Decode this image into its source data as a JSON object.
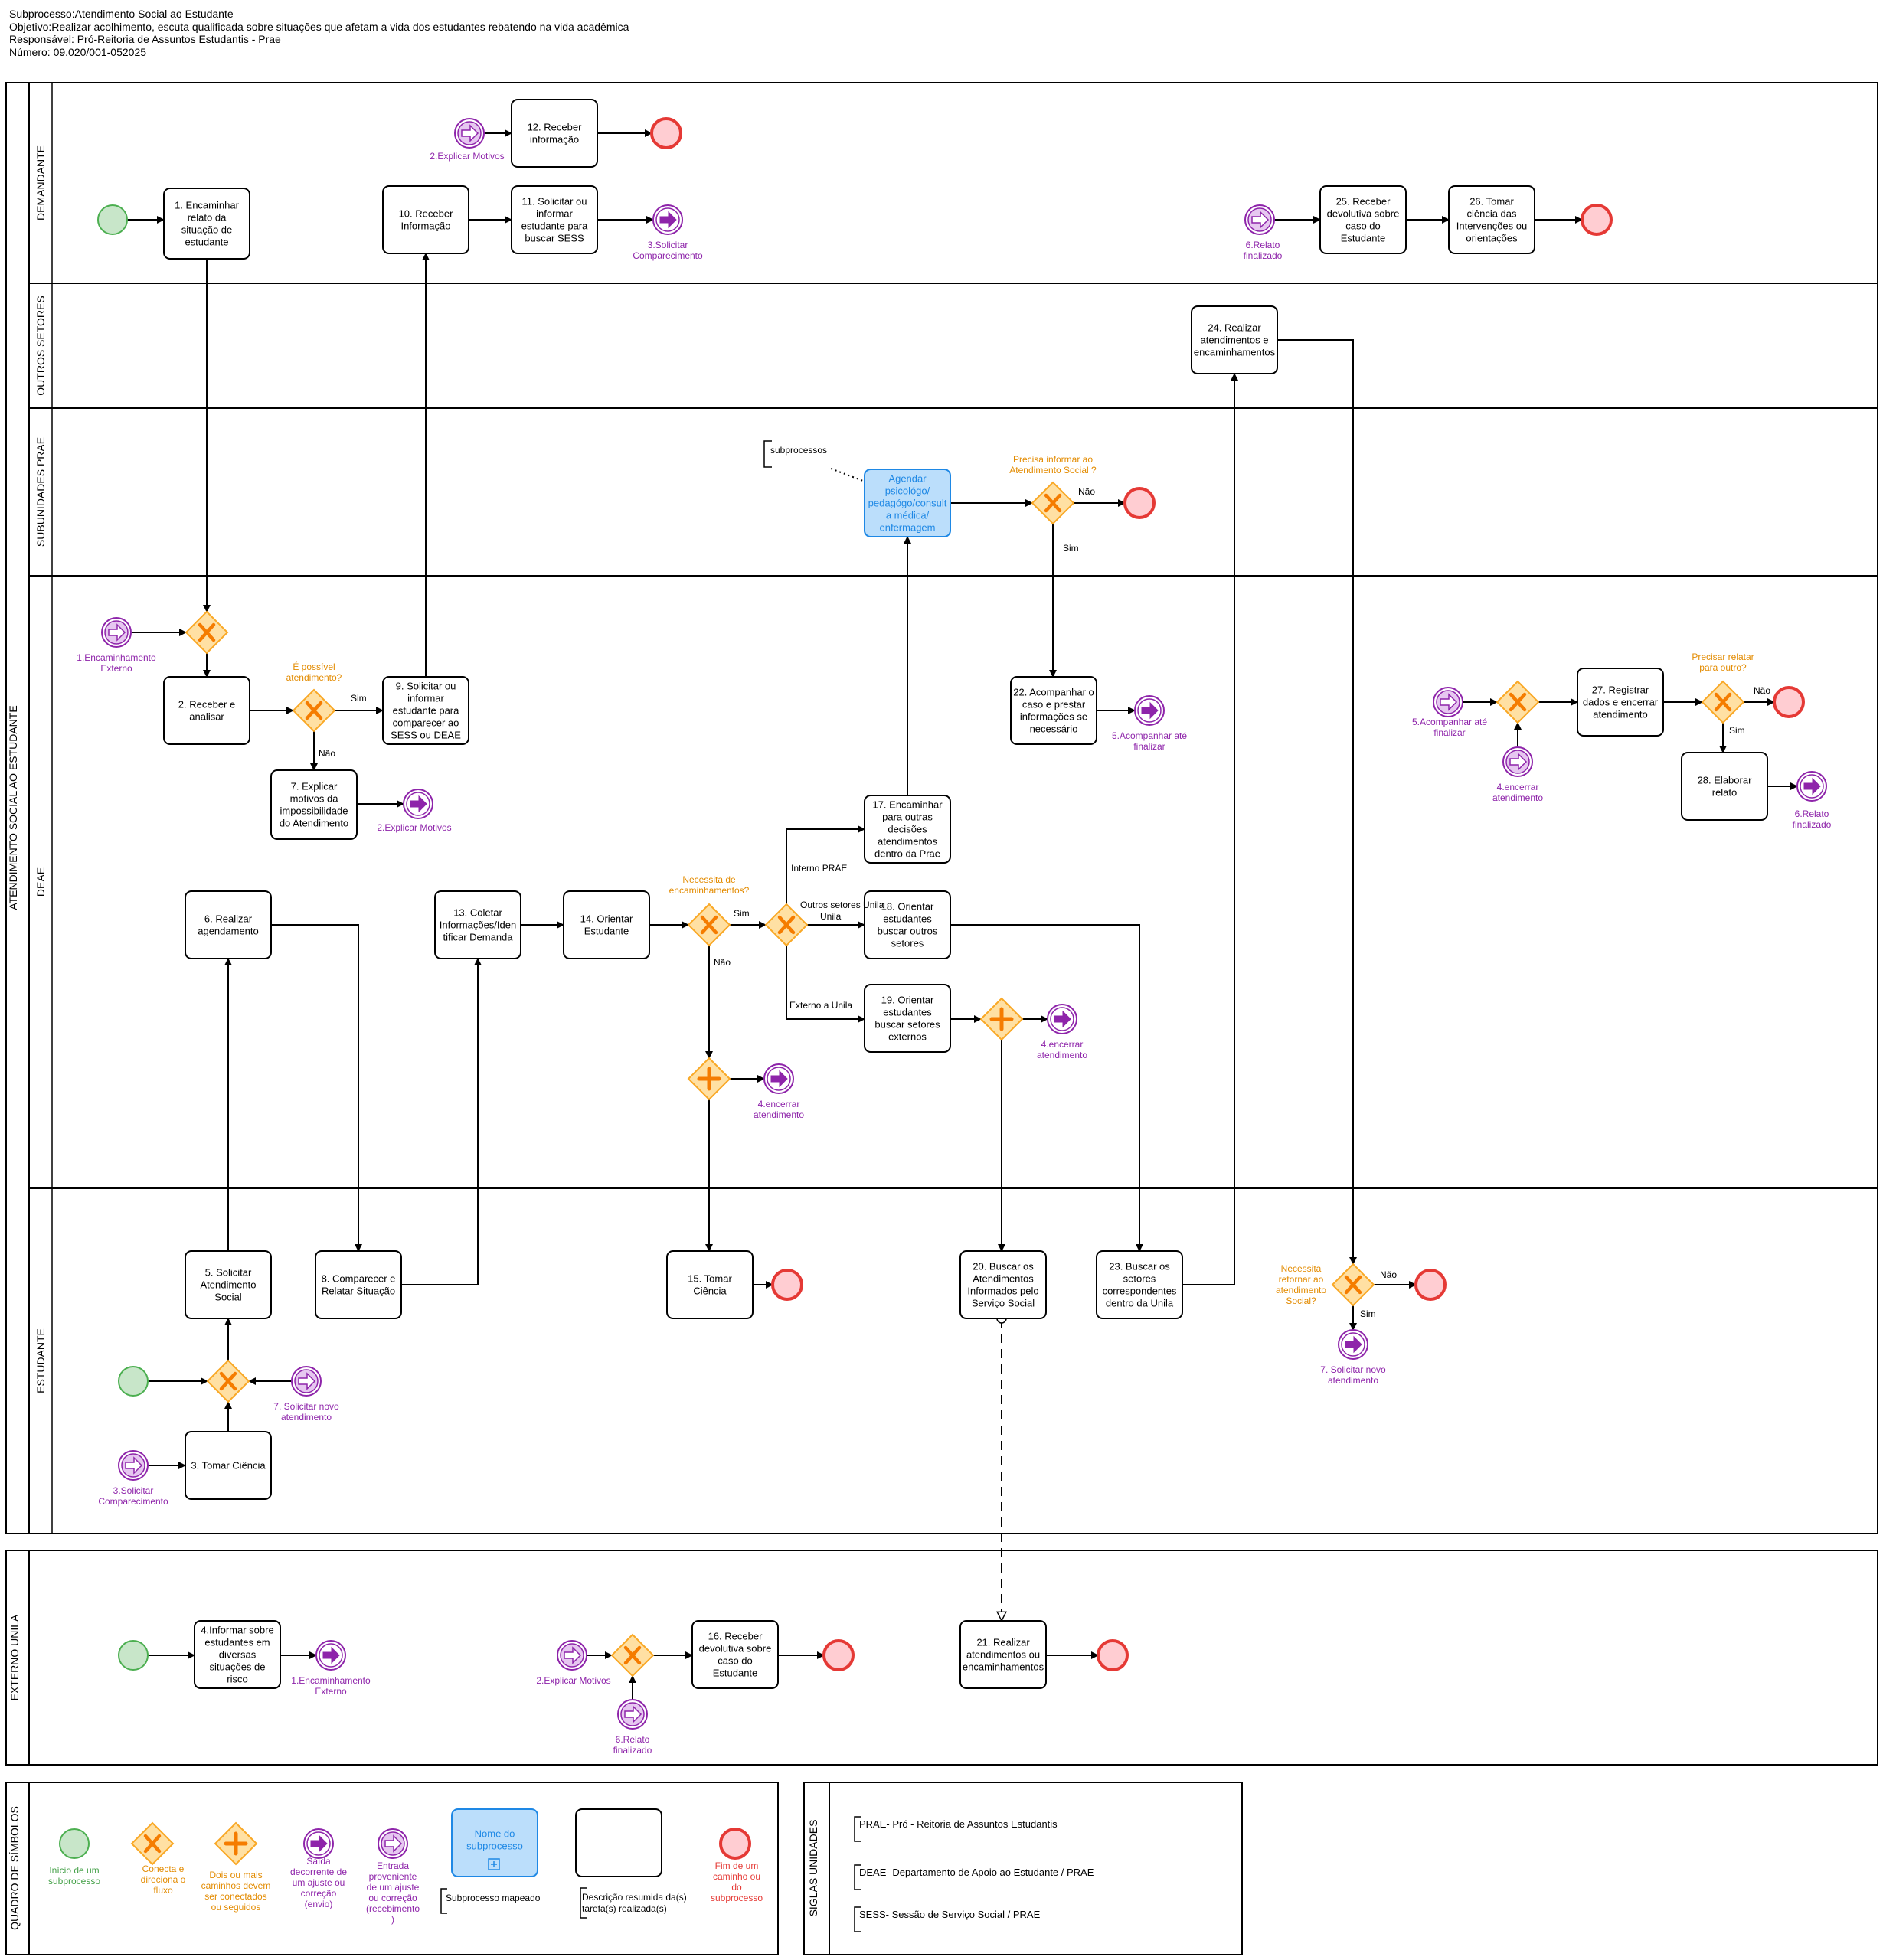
{
  "header": {
    "subprocess": "Subprocesso:Atendimento Social ao Estudante",
    "objective": "Objetivo:Realizar acolhimento, escuta qualificada sobre situações que afetam a vida dos estudantes rebatendo na vida acadêmica",
    "responsible": "Responsável: Pró-Reitoria de Assuntos Estudantis - Prae",
    "number": "Número: 09.020/001-052025"
  },
  "pools": {
    "main": "ATENDIMENTO SOCIAL AO ESTUDANTE",
    "externo": "EXTERNO UNILA",
    "simbolos": "QUADRO DE SÍMBOLOS",
    "siglas": "SIGLAS UNIDADES"
  },
  "lanes": {
    "demandante": "DEMANDANTE",
    "outros": "OUTROS SETORES",
    "subunidades": "SUBUNIDADES PRAE",
    "deae": "DEAE",
    "estudante": "ESTUDANTE"
  },
  "tasks": {
    "t1": "1. Encaminhar relato da situação de estudante",
    "t2": "2. Receber e analisar",
    "t3": "3. Tomar Ciência",
    "t4": "4.Informar sobre estudantes em diversas situações de risco",
    "t5": "5. Solicitar Atendimento Social",
    "t6": "6. Realizar agendamento",
    "t7": "7. Explicar motivos da impossibilidade do Atendimento",
    "t8": "8. Comparecer e Relatar Situação",
    "t9": "9. Solicitar ou informar estudante para comparecer ao SESS ou DEAE",
    "t10": "10. Receber Informação",
    "t11": "11. Solicitar ou informar estudante para buscar SESS",
    "t12": "12. Receber informação",
    "t13": "13. Coletar Informações/Identificar Demanda",
    "t14": "14. Orientar Estudante",
    "t15": "15. Tomar Ciência",
    "t16": "16. Receber devolutiva sobre caso do Estudante",
    "t17": "17. Encaminhar para outras decisões atendimentos dentro da Prae",
    "t18": "18. Orientar estudantes buscar outros setores",
    "t19": "19. Orientar estudantes buscar setores externos",
    "t20": "20. Buscar os Atendimentos Informados pelo Serviço Social",
    "t21": "21. Realizar atendimentos ou encaminhamentos",
    "t22": "22. Acompanhar o caso e prestar informações se necessário",
    "t23": "23. Buscar os setores correspondentes dentro da Unila",
    "t24": "24. Realizar atendimentos e encaminhamentos",
    "t25": "25. Receber devolutiva sobre caso do Estudante",
    "t26": "26. Tomar ciência das Intervenções ou orientações",
    "t27": "27. Registrar dados e encerrar atendimento",
    "t28": "28. Elaborar relato",
    "sub": "Agendar psicológo/ pedagógo/consulta médica/ enfermagem"
  },
  "events": {
    "e_explicar_motivos": "2.Explicar Motivos",
    "e_solicitar_comparecimento": "3.Solicitar Comparecimento",
    "e_relato_finalizado": "6.Relato finalizado",
    "e_encaminhamento_externo": "1.Encaminhamento Externo",
    "e_acompanhar": "5.Acompanhar até finalizar",
    "e_encerrar": "4.encerrar atendimento",
    "e_solicitar_novo": "7. Solicitar novo atendimento"
  },
  "gateways": {
    "g_possivel": "É possível atendimento?",
    "g_necessita": "Necessita de encaminhamentos?",
    "g_precisa_informar": "Precisa informar ao Atendimento Social ?",
    "g_precisar_relatar": "Precisar relatar para outro?",
    "g_retornar": "Necessita retornar ao atendimento Social?"
  },
  "flow_labels": {
    "sim": "Sim",
    "nao": "Não",
    "interno": "Interno PRAE",
    "outros": "Outros setores Unila",
    "externo": "Externo a Unila"
  },
  "annotation": "subprocessos",
  "legend": {
    "inicio": "Início de um subprocesso",
    "conecta": "Conecta e direciona o fluxo",
    "paralelo": "Dois ou mais caminhos devem ser conectados ou seguidos",
    "saida": "Saída decorrente de um ajuste ou correção (envio)",
    "entrada": "Entrada proveniente de um ajuste ou correção (recebimento)",
    "sub_nome": "Nome do subprocesso",
    "sub_mapeado": "Subprocesso mapeado",
    "tarefa": "Descrição resumida da(s) tarefa(s) realizada(s)",
    "fim": "Fim de um caminho ou do subprocesso"
  },
  "siglas": {
    "prae": "PRAE- Pró - Reitoria de Assuntos Estudantis",
    "deae": "DEAE- Departamento de Apoio ao Estudante / PRAE",
    "sess": "SESS- Sessão de Serviço Social / PRAE"
  },
  "colors": {
    "start_fill": "#c8e6c9",
    "start_stroke": "#4caf50",
    "end_fill": "#ffcdd2",
    "end_stroke": "#e53935",
    "gateway_fill": "#ffe0a3",
    "gateway_stroke": "#f9a825",
    "gateway_mark": "#f57c00",
    "event_stroke": "#8e24aa",
    "event_fill": "#e6c7f0",
    "event_text": "#8e24aa",
    "gateway_text": "#e38b00",
    "sub_fill": "#bbdefb",
    "sub_stroke": "#1e88e5",
    "sub_text": "#1e88e5",
    "legend_start_text": "#43a047",
    "legend_end_text": "#e53935"
  }
}
